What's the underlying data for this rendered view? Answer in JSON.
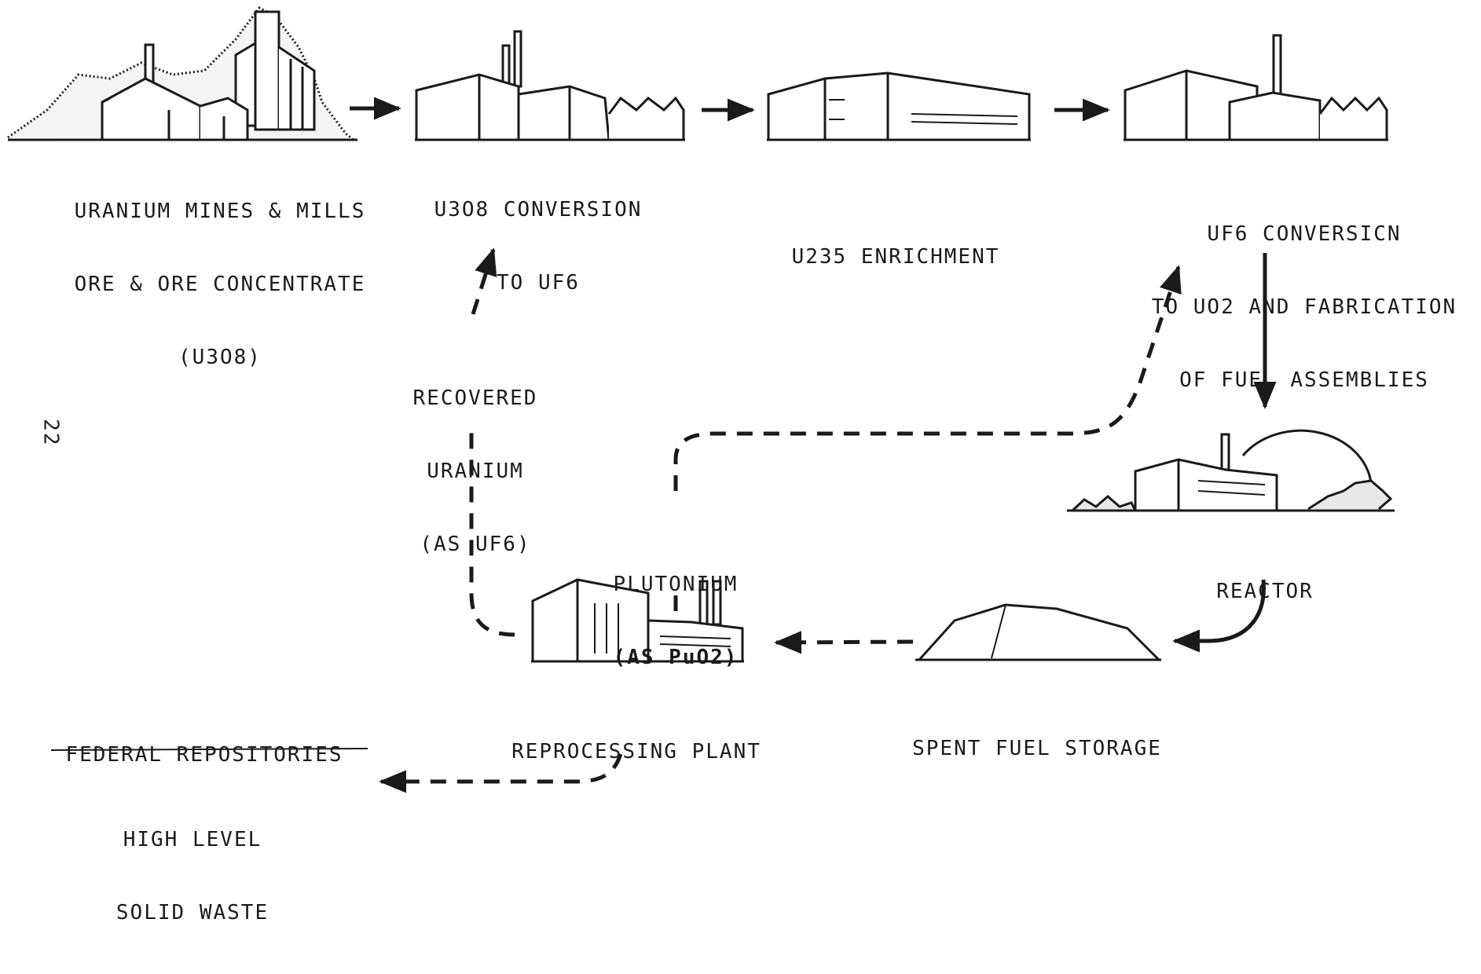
{
  "nodes": {
    "mines": {
      "lines": [
        "URANIUM MINES & MILLS",
        "ORE & ORE CONCENTRATE",
        "(U3O8)"
      ]
    },
    "conversion": {
      "lines": [
        "U3O8 CONVERSION",
        "TO UF6"
      ]
    },
    "enrichment": {
      "lines": [
        "U235 ENRICHMENT"
      ]
    },
    "fabrication": {
      "lines": [
        "UF6 CONVERSICN",
        "TO UO2 AND FABRICATION",
        "OF FUEL ASSEMBLIES"
      ]
    },
    "reactor": {
      "lines": [
        "REACTOR"
      ]
    },
    "spent_fuel": {
      "lines": [
        "SPENT FUEL STORAGE"
      ]
    },
    "reprocessing": {
      "lines": [
        "REPROCESSING PLANT"
      ]
    },
    "repositories": {
      "lines": [
        "FEDERAL REPOSITORIES"
      ]
    }
  },
  "flows": {
    "recovered_uranium": {
      "lines": [
        "RECOVERED",
        "URANIUM",
        "(AS UF6)"
      ]
    },
    "plutonium": {
      "lines": [
        "PLUTONIUM",
        "(AS PuO2)"
      ]
    },
    "waste": {
      "lines": [
        "HIGH LEVEL",
        "SOLID WASTE"
      ]
    }
  },
  "page_number": "22",
  "colors": {
    "ink": "#1a1a1a",
    "paper": "#ffffff"
  }
}
